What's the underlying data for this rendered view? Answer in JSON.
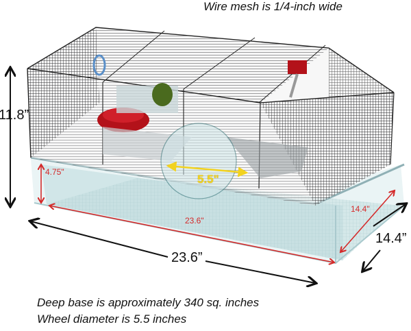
{
  "captions": {
    "top": "Wire mesh is 1/4-inch wide",
    "bottom_line1": "Deep base is approximately 340 sq. inches",
    "bottom_line2": "Wheel diameter is 5.5 inches"
  },
  "dimensions": {
    "overall_height": "11.8”",
    "overall_length": "23.6”",
    "overall_depth": "14.4”",
    "base_height": "4.75\"",
    "base_length": "23.6\"",
    "base_depth": "14.4\"",
    "wheel_diameter": "5.5\""
  },
  "colors": {
    "dimension_black": "#111111",
    "dimension_red": "#d42a2a",
    "dimension_yellow": "#f2d21f",
    "cage_wire": "#2b2b2e",
    "base_plastic": "#bcd9dc",
    "food_bowl": "#b3121a",
    "hideout_green": "#4a6a1e"
  },
  "product": {
    "items": [
      "wire-cage-top",
      "clear-plastic-base",
      "exercise-wheel",
      "food-bowl",
      "water-bottle",
      "tunnel-hideout",
      "ramp",
      "platform"
    ]
  }
}
